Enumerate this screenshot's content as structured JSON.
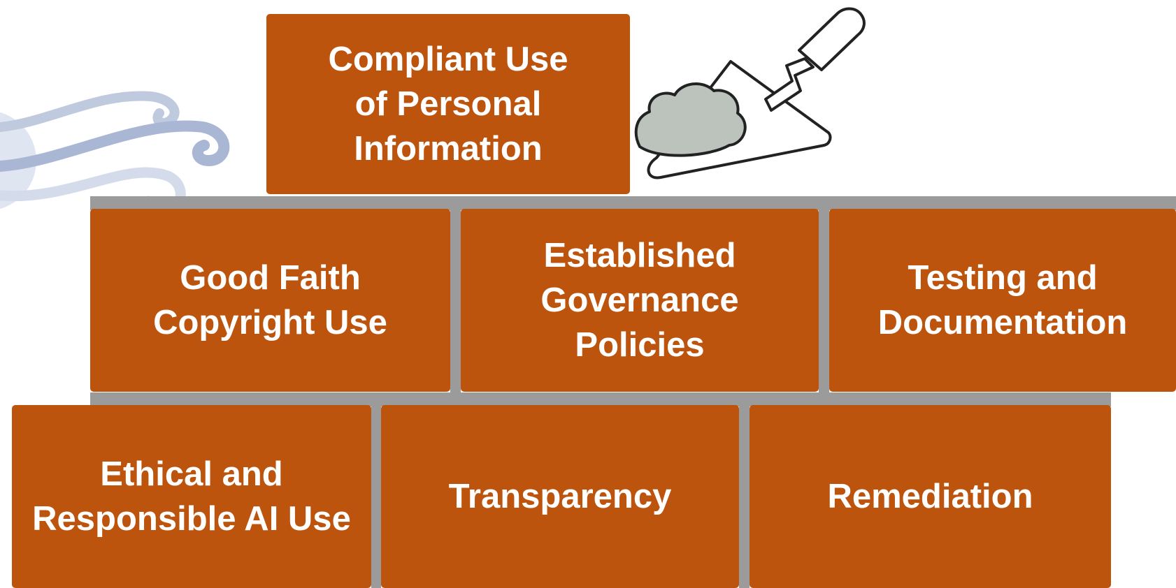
{
  "diagram": {
    "colors": {
      "brick": "#bd540d",
      "mortar": "#9b9b9b",
      "text": "#ffffff",
      "cement": "#bcc3bd",
      "wind": "#a9b6d4"
    },
    "icons": [
      "trowel-icon",
      "wind-icon"
    ],
    "bricks": {
      "compliant_use": "Compliant Use of Personal Information",
      "good_faith": "Good Faith Copyright Use",
      "governance": "Established Governance Policies",
      "testing": "Testing and Documentation",
      "ethical": "Ethical and Responsible AI Use",
      "transparency": "Transparency",
      "remediation": "Remediation"
    }
  }
}
